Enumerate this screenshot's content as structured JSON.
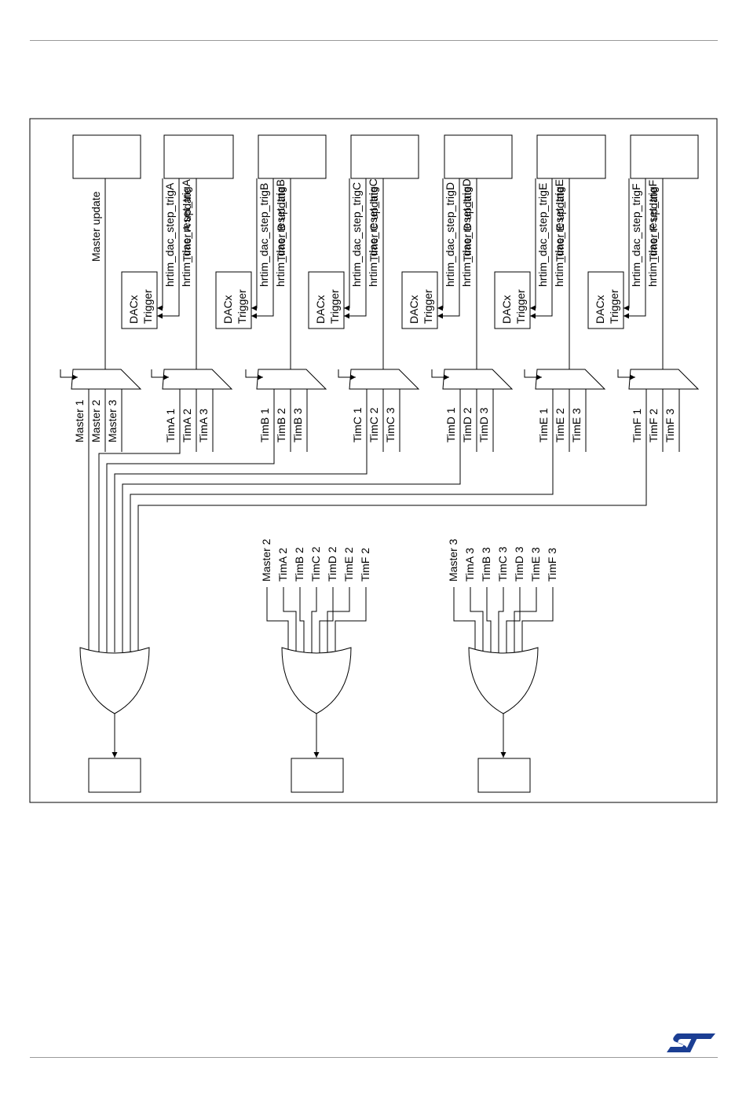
{
  "diagram": {
    "timers": [
      {
        "id": "master",
        "update": "Master update",
        "inputs": [
          "Master 1",
          "Master 2",
          "Master 3"
        ],
        "has_dac": false,
        "step_trig": "",
        "reset_trig": ""
      },
      {
        "id": "a",
        "update": "Timer A update",
        "inputs": [
          "TimA 1",
          "TimA 2",
          "TimA 3"
        ],
        "has_dac": true,
        "step_trig": "hrtim_dac_step_trigA",
        "reset_trig": "hrtim_dac_reset_trigA"
      },
      {
        "id": "b",
        "update": "Timer B update",
        "inputs": [
          "TimB 1",
          "TimB 2",
          "TimB 3"
        ],
        "has_dac": true,
        "step_trig": "hrtim_dac_step_trigB",
        "reset_trig": "hrtim_dac_reset_trigB"
      },
      {
        "id": "c",
        "update": "Timer C update",
        "inputs": [
          "TimC 1",
          "TimC 2",
          "TimC 3"
        ],
        "has_dac": true,
        "step_trig": "hrtim_dac_step_trigC",
        "reset_trig": "hrtim_dac_reset_trigC"
      },
      {
        "id": "d",
        "update": "Timer D update",
        "inputs": [
          "TimD 1",
          "TimD 2",
          "TimD 3"
        ],
        "has_dac": true,
        "step_trig": "hrtim_dac_step_trigD",
        "reset_trig": "hrtim_dac_reset_trigD"
      },
      {
        "id": "e",
        "update": "Timer E update",
        "inputs": [
          "TimE 1",
          "TimE 2",
          "TimE 3"
        ],
        "has_dac": true,
        "step_trig": "hrtim_dac_step_trigE",
        "reset_trig": "hrtim_dac_reset_trigE"
      },
      {
        "id": "f",
        "update": "Timer F update",
        "inputs": [
          "TimF 1",
          "TimF 2",
          "TimF 3"
        ],
        "has_dac": true,
        "step_trig": "hrtim_dac_step_trigF",
        "reset_trig": "hrtim_dac_reset_trigF"
      }
    ],
    "dac_trigger_label": [
      "DACx",
      "Trigger"
    ],
    "or_group_2": [
      "Master 2",
      "TimA 2",
      "TimB 2",
      "TimC 2",
      "TimD 2",
      "TimE 2",
      "TimF 2"
    ],
    "or_group_3": [
      "Master 3",
      "TimA 3",
      "TimB 3",
      "TimC 3",
      "TimD 3",
      "TimE 3",
      "TimF 3"
    ]
  },
  "logo": {
    "text": "ST",
    "color": "#1b3e93"
  }
}
